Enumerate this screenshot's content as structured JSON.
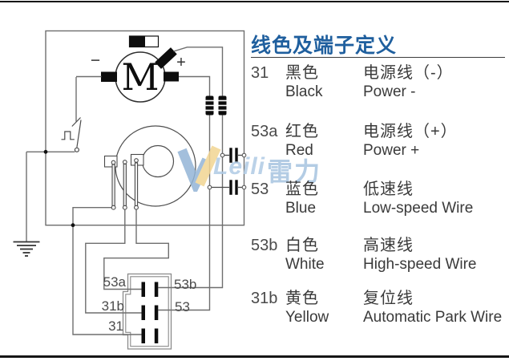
{
  "legend": {
    "title": "线色及端子定义",
    "rows": [
      {
        "terminal": "31",
        "color_cn": "黑色",
        "color_en": "Black",
        "desc_cn": "电源线（-）",
        "desc_en": "Power -"
      },
      {
        "terminal": "53a",
        "color_cn": "红色",
        "color_en": "Red",
        "desc_cn": "电源线（+）",
        "desc_en": "Power +"
      },
      {
        "terminal": "53",
        "color_cn": "蓝色",
        "color_en": "Blue",
        "desc_cn": "低速线",
        "desc_en": "Low-speed Wire"
      },
      {
        "terminal": "53b",
        "color_cn": "白色",
        "color_en": "White",
        "desc_cn": "高速线",
        "desc_en": "High-speed Wire"
      },
      {
        "terminal": "31b",
        "color_cn": "黄色",
        "color_en": "Yellow",
        "desc_cn": "复位线",
        "desc_en": "Automatic Park Wire"
      }
    ]
  },
  "diagram": {
    "motor_label": "M",
    "polarity_plus": "+",
    "polarity_minus": "−",
    "connector": {
      "left_labels": [
        "53a",
        "31b",
        "31"
      ],
      "right_labels": [
        "53b",
        "53"
      ]
    }
  },
  "watermark": {
    "brand": "Leili",
    "brand_cn": "雷力"
  },
  "colors": {
    "title_blue": "#1f5f9e",
    "legend_text": "#3a3a3a",
    "wire_gray": "#6e6e6e",
    "component_black": "#0d0d0d",
    "watermark_blue": "#a9c6e0",
    "watermark_yellow": "#f2d592"
  }
}
